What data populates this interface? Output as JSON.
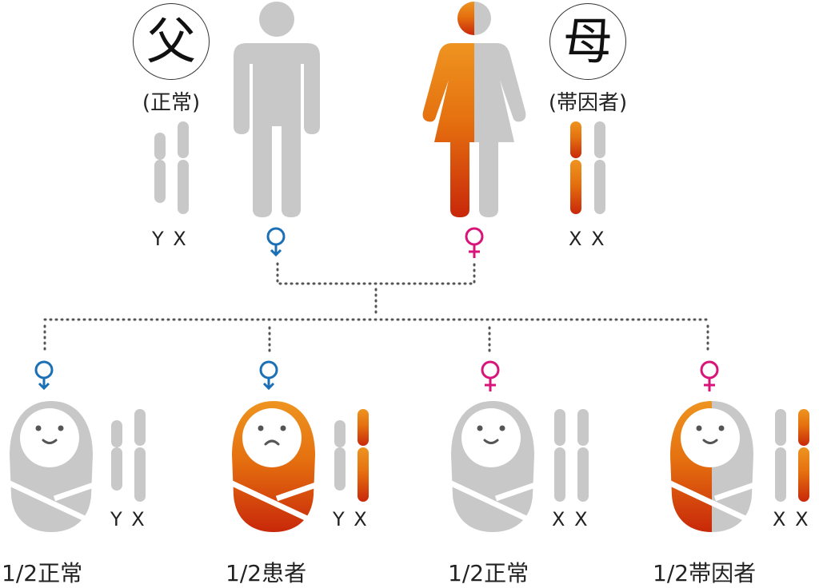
{
  "colors": {
    "gray": "#c8c8c8",
    "orange_top": "#ee9420",
    "orange_bottom": "#c8280a",
    "male_blue": "#1a6fb5",
    "female_pink": "#d8137a",
    "dotted_line": "#555555",
    "text": "#222222"
  },
  "parents": {
    "father": {
      "kanji": "父",
      "status": "(正常)",
      "chromosomes": "Y X",
      "symbol": "male-symbol",
      "figure": "gray"
    },
    "mother": {
      "kanji": "母",
      "status": "(帯因者)",
      "chromosomes": "X X",
      "symbol": "female-symbol",
      "figure": "half-orange-half-gray"
    }
  },
  "children": [
    {
      "sex": "male",
      "chromosomes": "Y X",
      "outcome": "1/2正常",
      "appearance": "gray",
      "expression": "smile"
    },
    {
      "sex": "male",
      "chromosomes": "Y X",
      "outcome": "1/2患者",
      "appearance": "orange",
      "expression": "frown"
    },
    {
      "sex": "female",
      "chromosomes": "X X",
      "outcome": "1/2正常",
      "appearance": "gray",
      "expression": "smile"
    },
    {
      "sex": "female",
      "chromosomes": "X X",
      "outcome": "1/2帯因者",
      "appearance": "half-orange-half-gray",
      "expression": "smile"
    }
  ]
}
